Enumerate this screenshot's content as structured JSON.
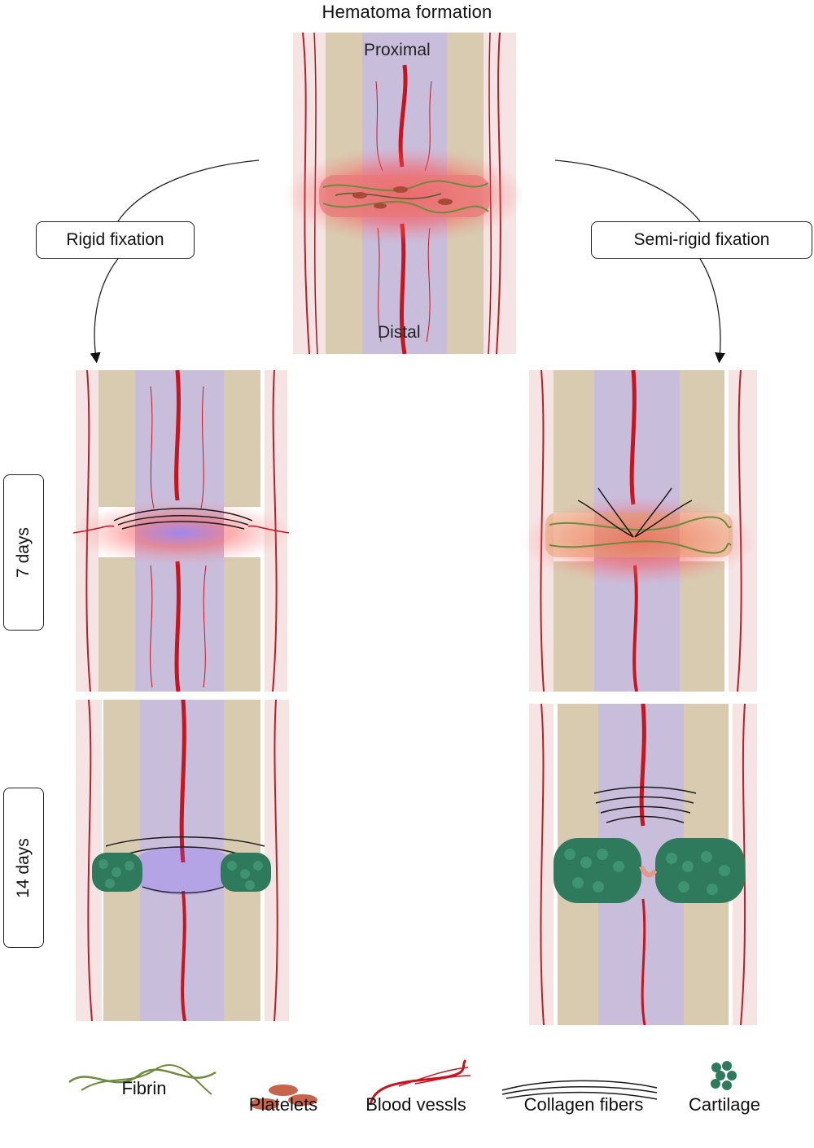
{
  "title": "Hematoma formation",
  "top_panel": {
    "proximal": "Proximal",
    "distal": "Distal"
  },
  "branches": {
    "left": "Rigid fixation",
    "right": "Semi-rigid fixation"
  },
  "timepoints": {
    "t1": "7 days",
    "t2": "14 days"
  },
  "legend": [
    {
      "label": "Fibrin",
      "icon": "fibrin-icon"
    },
    {
      "label": "Platelets",
      "icon": "platelets-icon"
    },
    {
      "label": "Blood vessls",
      "icon": "blood-vessels-icon"
    },
    {
      "label": "Collagen fibers",
      "icon": "collagen-fibers-icon"
    },
    {
      "label": "Cartilage",
      "icon": "cartilage-icon"
    }
  ],
  "colors": {
    "bone": "#d8cbb0",
    "marrow": "#c9bddc",
    "vessel": "#c8141e",
    "fibrin": "#6e8a3c",
    "platelet": "#c8644a",
    "collagen": "#1a1a1a",
    "cartilage": "#2f7a5c",
    "hematoma": "#ff3b3b"
  }
}
